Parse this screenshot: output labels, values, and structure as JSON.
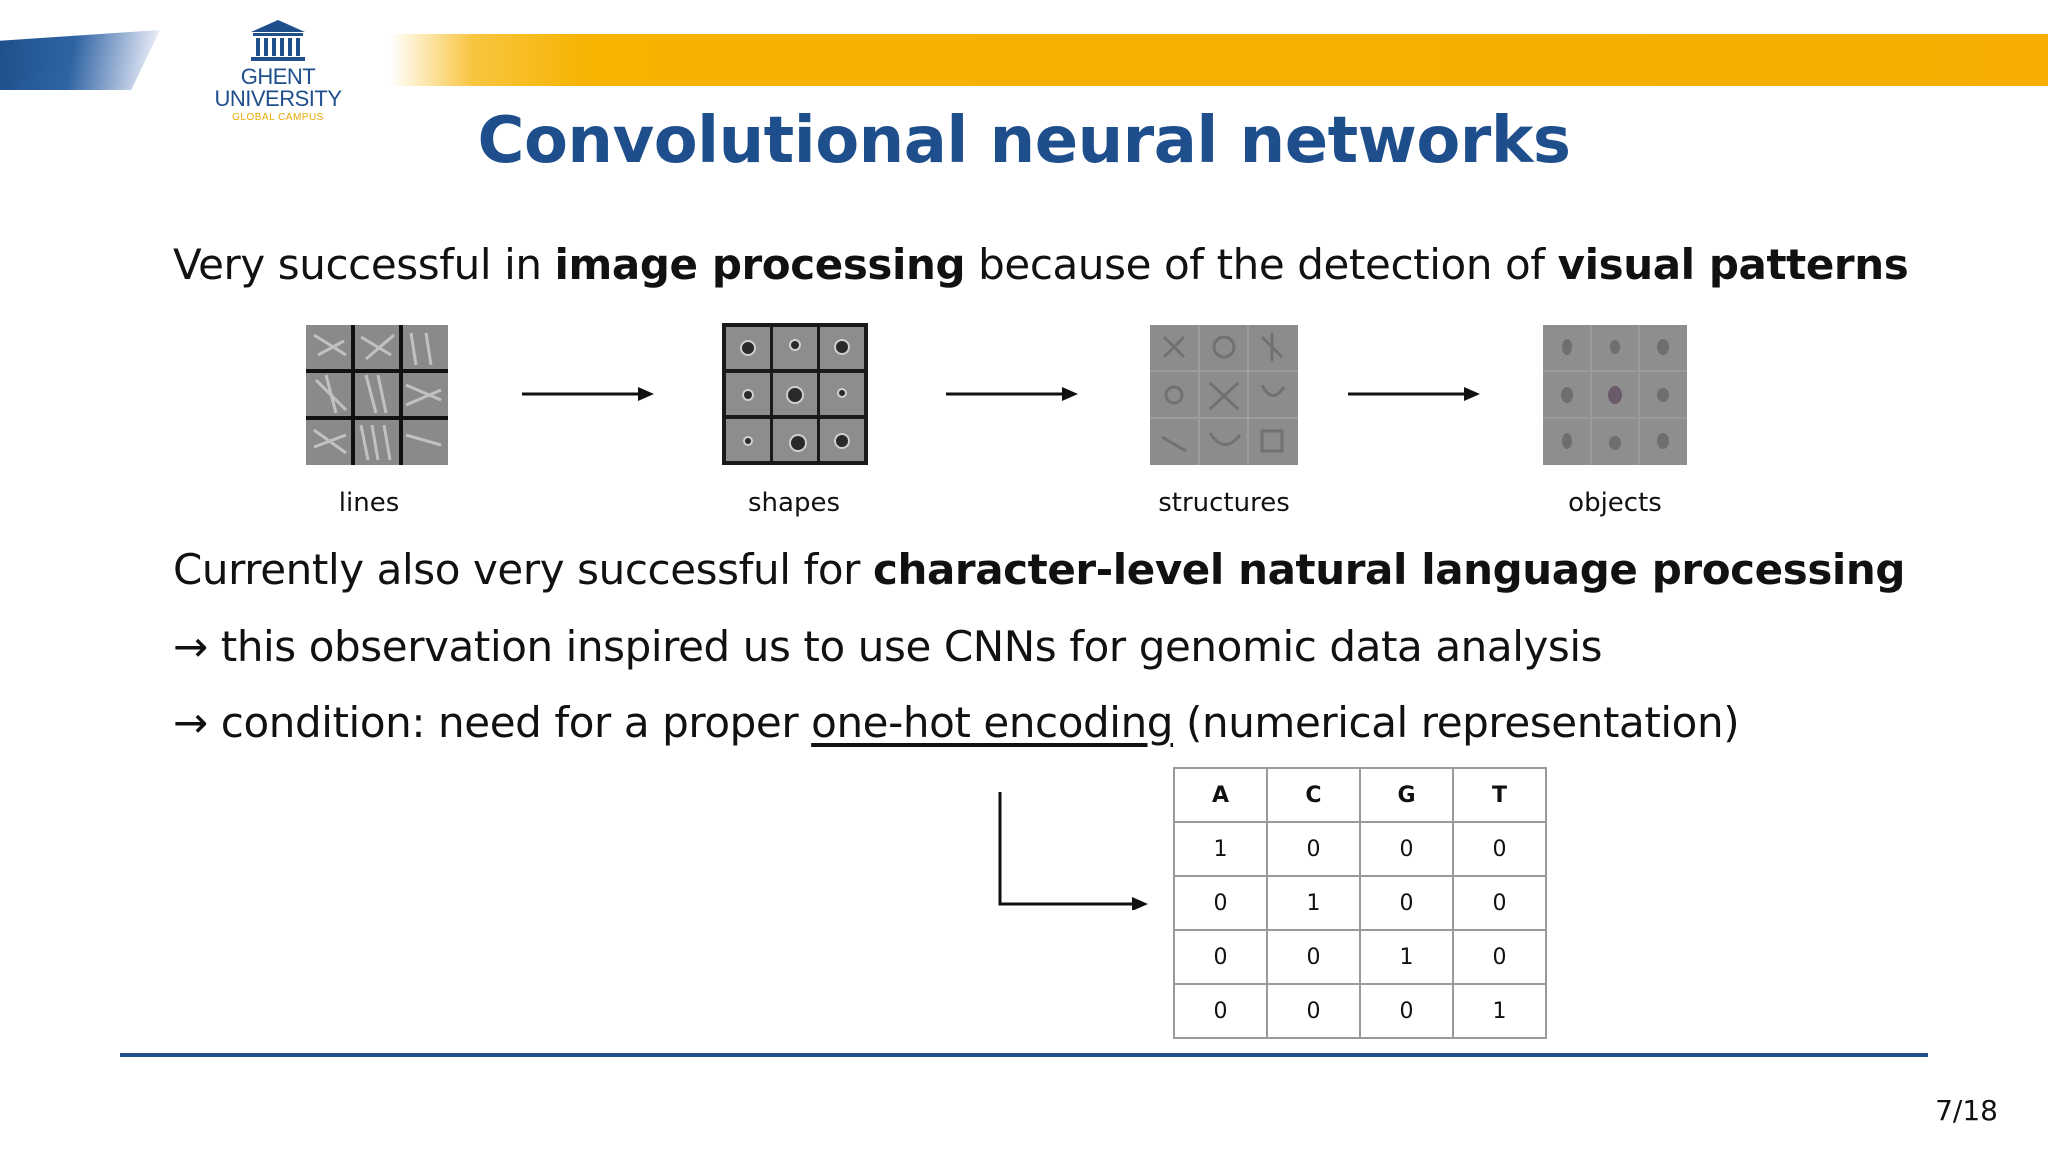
{
  "logo": {
    "line1": "GHENT",
    "line2": "UNIVERSITY",
    "line3": "GLOBAL CAMPUS"
  },
  "title": "Convolutional neural networks",
  "line1": {
    "prefix": "Very successful in ",
    "bold1": "image processing",
    "middle": " because of the detection of ",
    "bold2": "visual patterns"
  },
  "stages": [
    {
      "caption": "lines",
      "icon": "line-filters-image"
    },
    {
      "caption": "shapes",
      "icon": "shape-filters-image"
    },
    {
      "caption": "structures",
      "icon": "structure-filters-image"
    },
    {
      "caption": "objects",
      "icon": "object-filters-image"
    }
  ],
  "line2": {
    "prefix": "Currently also very successful  for ",
    "bold": "character-level natural language processing"
  },
  "line3": {
    "arrow": "→",
    "text": " this observation inspired us to use CNNs for genomic data analysis"
  },
  "line4": {
    "arrow": "→",
    "prefix": " condition: need for a proper ",
    "underlined": "one-hot encoding",
    "suffix": " (numerical representation)"
  },
  "encoding_table": {
    "headers": [
      "A",
      "C",
      "G",
      "T"
    ],
    "rows": [
      [
        "1",
        "0",
        "0",
        "0"
      ],
      [
        "0",
        "1",
        "0",
        "0"
      ],
      [
        "0",
        "0",
        "1",
        "0"
      ],
      [
        "0",
        "0",
        "0",
        "1"
      ]
    ]
  },
  "page_number": "7/18",
  "colors": {
    "brand_blue": "#1e4f8c",
    "brand_yellow": "#f6b300"
  }
}
